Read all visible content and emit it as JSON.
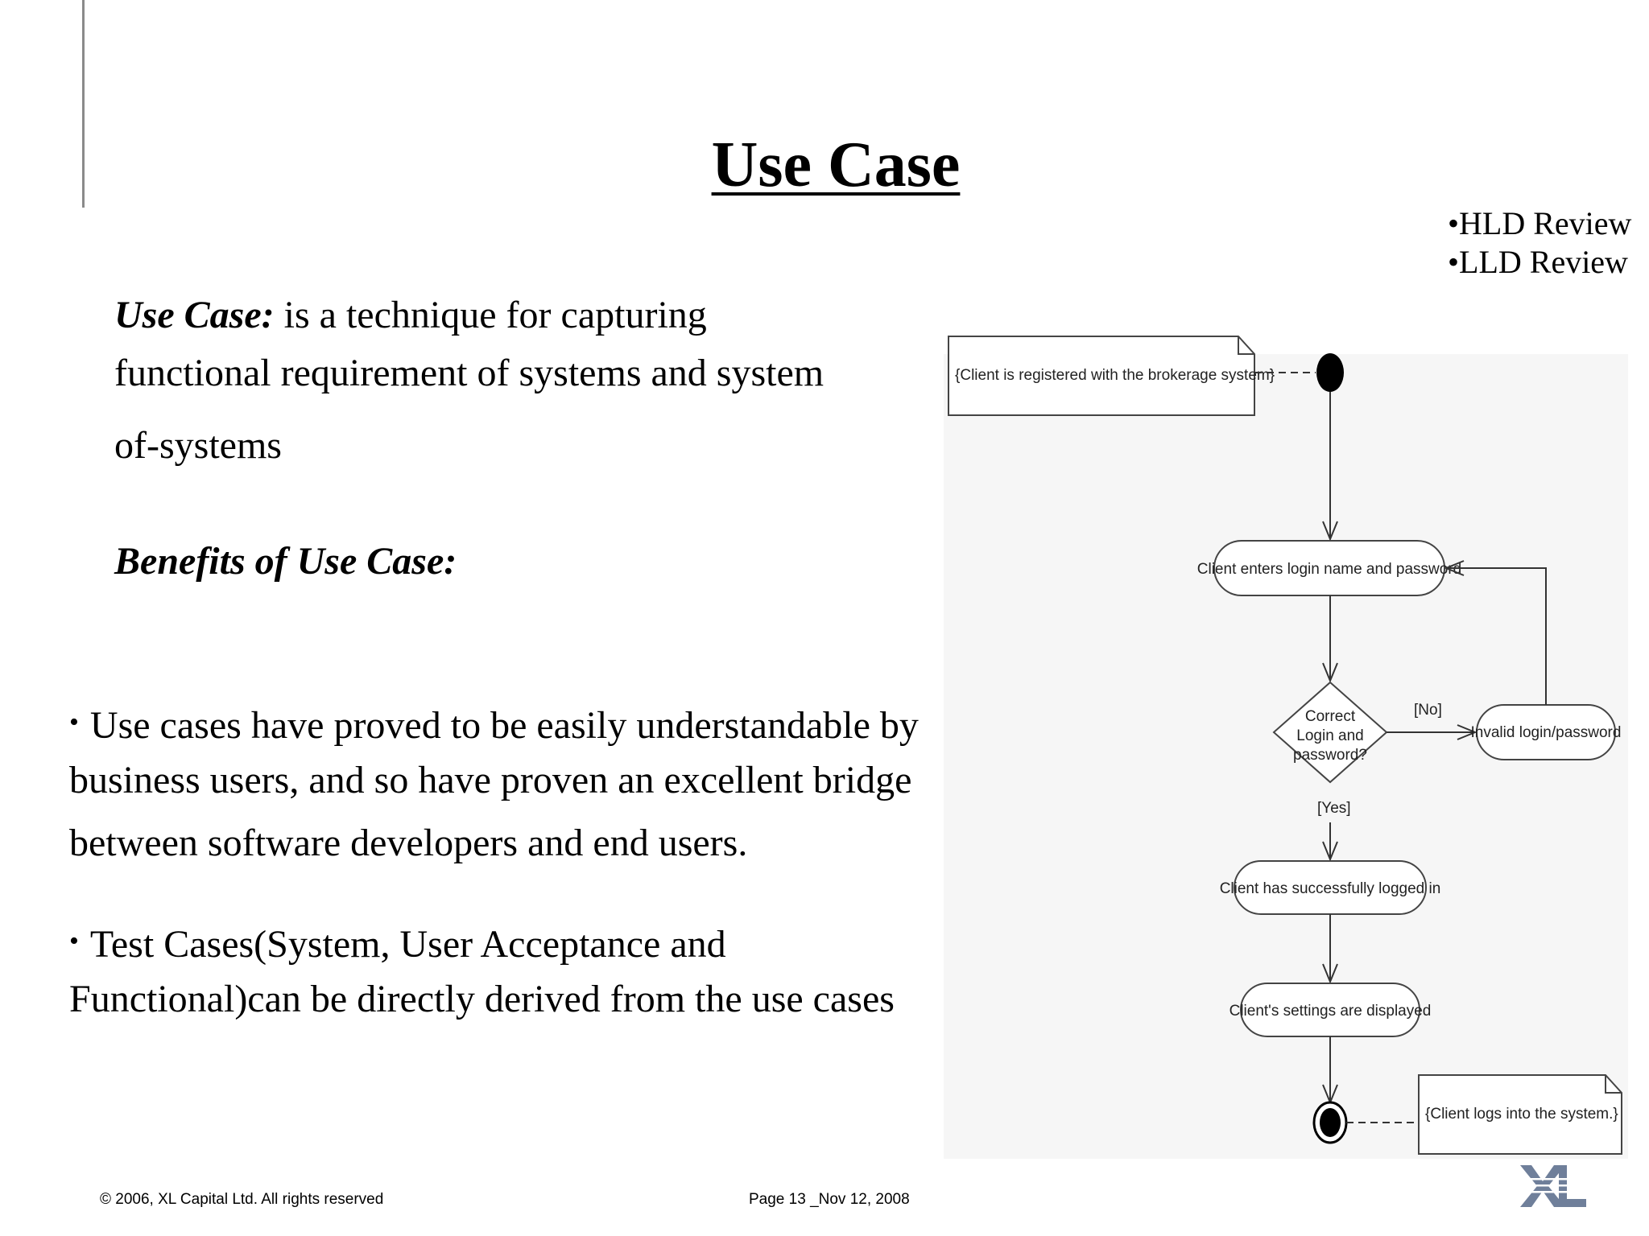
{
  "slide": {
    "title": "Use Case",
    "review_items": [
      "•HLD Review",
      "•LLD Review"
    ],
    "definition": {
      "term": "Use Case:",
      "line1_rest": " is a technique for capturing",
      "line2": "functional requirement of systems and system",
      "line3": "of-systems"
    },
    "benefits_heading": "Benefits of Use Case:",
    "bullets": [
      {
        "dot": "•",
        "lines": [
          "Use cases have proved to be easily understandable by",
          "business users, and so have proven an excellent bridge",
          "between software developers and end users."
        ]
      },
      {
        "dot": "•",
        "lines": [
          "Test Cases(System, User Acceptance and",
          "Functional)can be directly derived from the use cases"
        ]
      }
    ],
    "footer": {
      "copyright": "© 2006, XL Capital Ltd. All rights reserved",
      "page": "Page 13 _Nov 12, 2008"
    }
  },
  "diagram": {
    "note_top": "{Client is registered with the brokerage system}",
    "activity_1": "Client enters login name and password",
    "decision": [
      "Correct",
      "Login and",
      "password?"
    ],
    "guard_no": "[No]",
    "guard_yes": "[Yes]",
    "activity_invalid": "Invalid login/password",
    "activity_2": "Client has successfully logged in",
    "activity_3": "Client's settings are displayed",
    "note_bottom": "{Client logs into the system.}"
  },
  "logo": {
    "name": "xl-capital-logo",
    "color": "#6f7f9a"
  }
}
